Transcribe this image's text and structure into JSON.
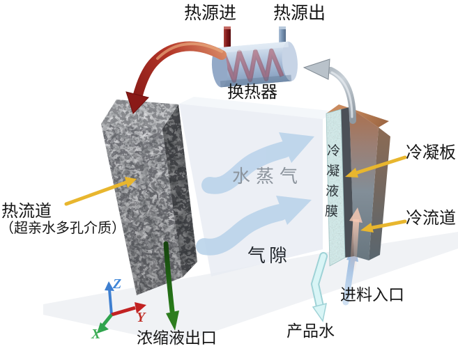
{
  "diagram": {
    "labels": {
      "heat_source_in": "热源进",
      "heat_source_out": "热源出",
      "heat_exchanger": "换热器",
      "water_vapor": "水蒸气",
      "air_gap": "气隙",
      "condensate_film": "冷凝液膜",
      "condensation_plate": "冷凝板",
      "cold_channel": "冷流道",
      "hot_channel": "热流道",
      "hot_channel_note": "（超亲水多孔介质）",
      "concentrate_outlet": "浓缩液出口",
      "product_water": "产品水",
      "feed_inlet": "进料入口"
    },
    "axes": {
      "x": "X",
      "y": "Y",
      "z": "Z"
    },
    "colors": {
      "callout_arrow": "#E8B62E",
      "hot_pipe": "#9E2B25",
      "cold_pipe": "#7E99BE",
      "vapor_arrow": "#B9D3EA",
      "concentrate_arrow": "#2E7D1F",
      "product_water_arrow": "#D9F5F6",
      "feed_arrow": "#9DBCE0",
      "axis_x": "#2FA44D",
      "axis_y": "#C22222",
      "axis_z": "#3E7FD0"
    }
  }
}
